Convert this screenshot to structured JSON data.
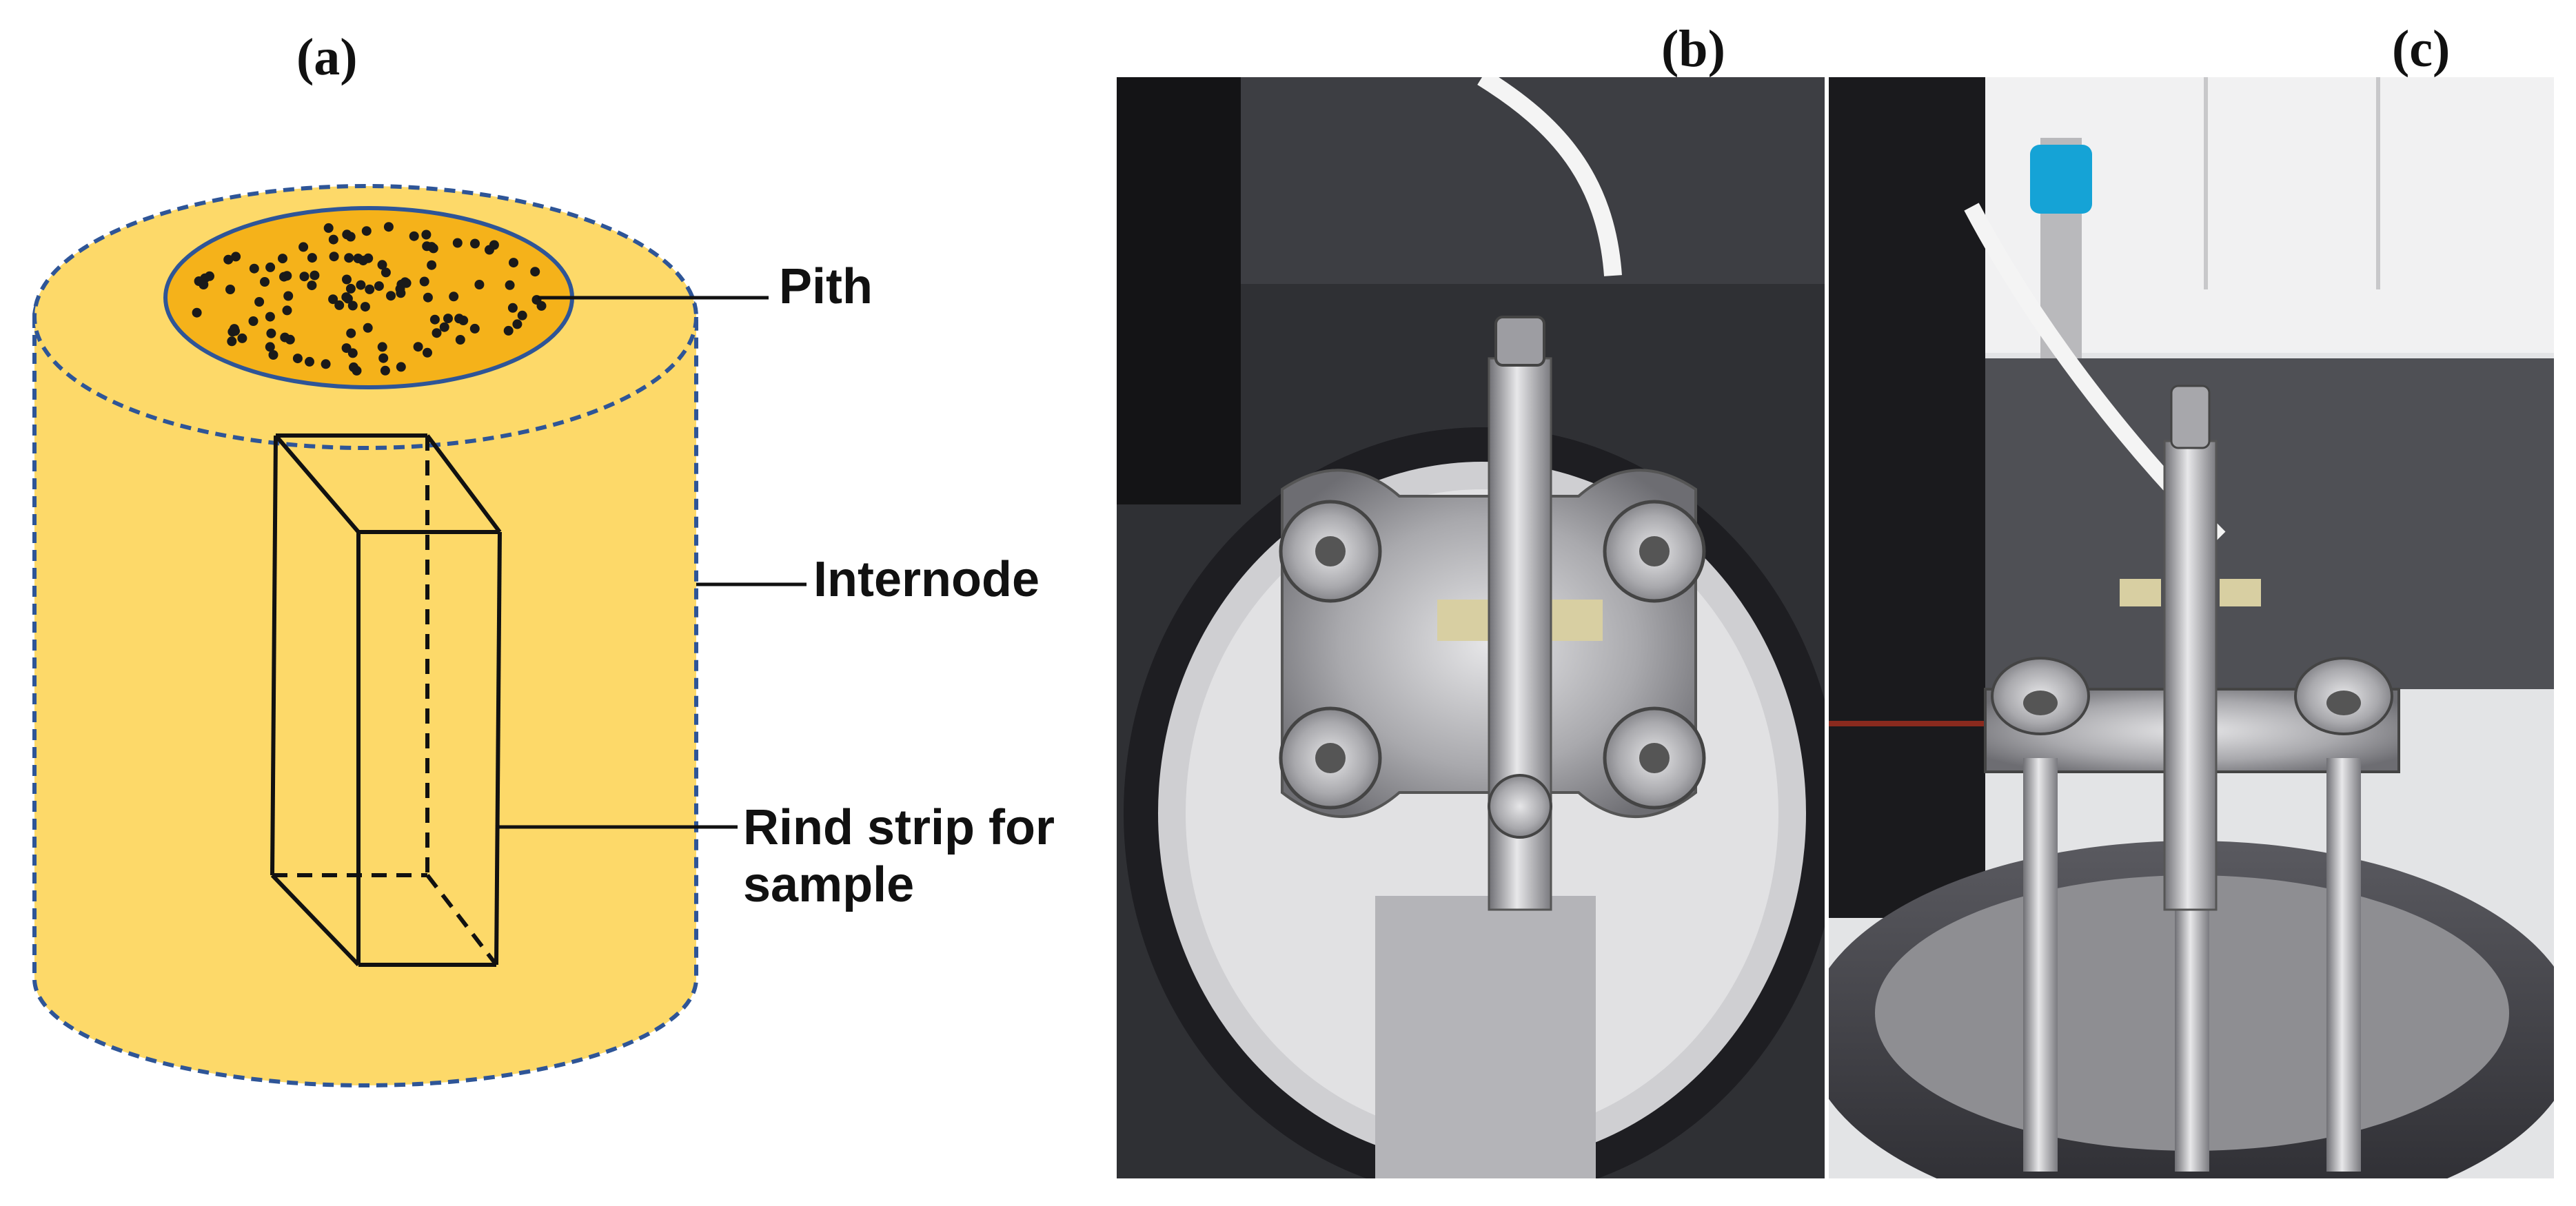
{
  "panels": {
    "a": "(a)",
    "b": "(b)",
    "c": "(c)"
  },
  "callouts": {
    "pith": "Pith",
    "internode": "Internode",
    "rind_strip": "Rind strip for sample"
  },
  "colors": {
    "internode_fill": "#FDD969",
    "pith_fill": "#F5B21A",
    "outline_dashed": "#2E5597",
    "pith_outline": "#2E5597",
    "dots": "#1A1A1A",
    "photo_metal": "#B8B8BA",
    "photo_dark": "#2A2A2E"
  },
  "photos": {
    "b": "dma-tension-clamp-top-view-photo",
    "c": "dma-tension-clamp-front-view-photo"
  }
}
